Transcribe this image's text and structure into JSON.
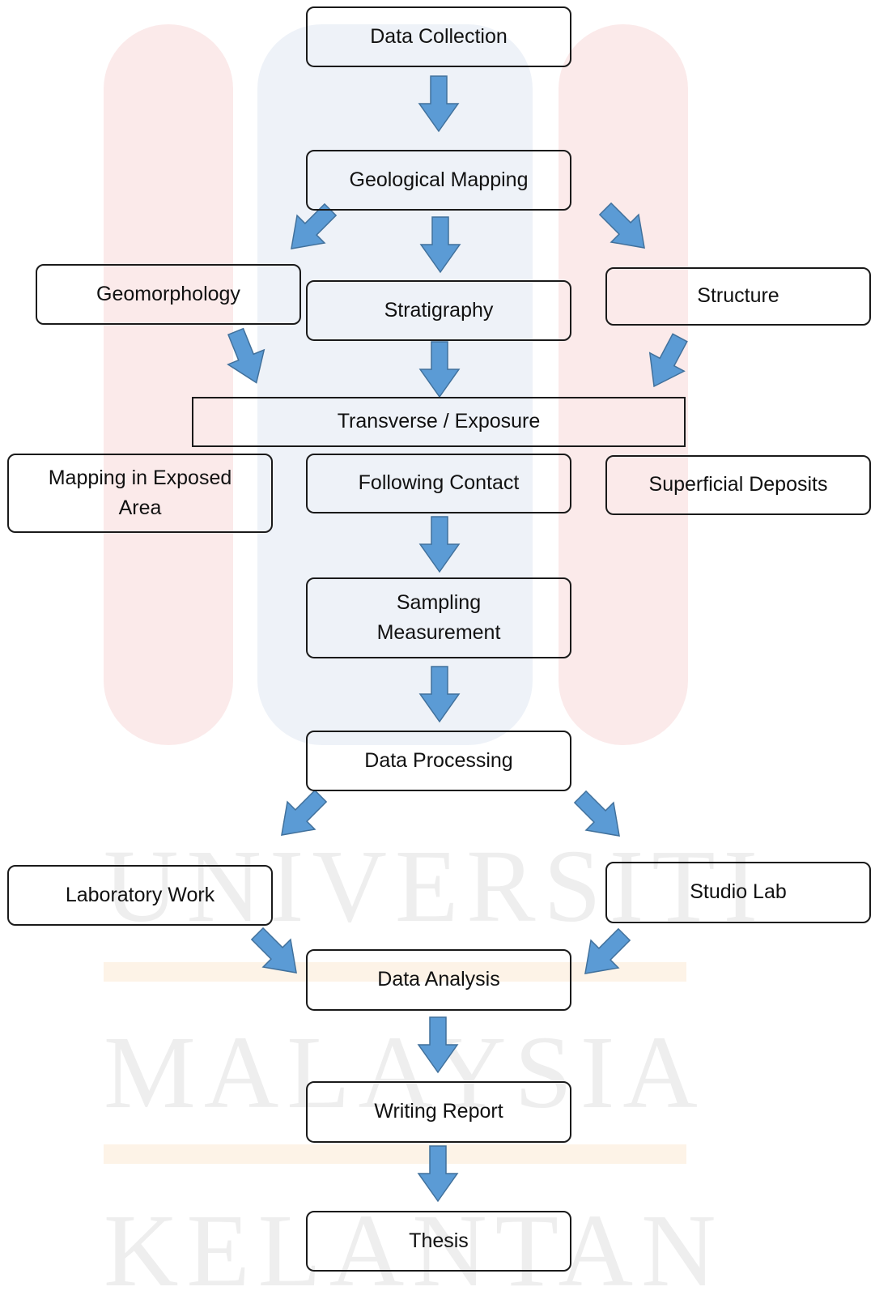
{
  "watermark": {
    "lines": [
      "UNIVERSITI",
      "MALAYSIA",
      "KELANTAN"
    ]
  },
  "colors": {
    "arrow_fill": "#5b9bd5",
    "arrow_stroke": "#41719c",
    "box_border": "#1a1a1a"
  },
  "nodes": {
    "data_collection": "Data Collection",
    "geological_mapping": "Geological Mapping",
    "geomorphology": "Geomorphology",
    "stratigraphy": "Stratigraphy",
    "structure": "Structure",
    "transverse_exposure": "Transverse / Exposure",
    "mapping_exposed_area": "Mapping in Exposed Area",
    "following_contact": "Following Contact",
    "superficial_deposits": "Superficial Deposits",
    "sampling_measurement": "Sampling Measurement",
    "data_processing": "Data Processing",
    "laboratory_work": "Laboratory Work",
    "studio_lab": "Studio Lab",
    "data_analysis": "Data Analysis",
    "writing_report": "Writing Report",
    "thesis": "Thesis"
  }
}
